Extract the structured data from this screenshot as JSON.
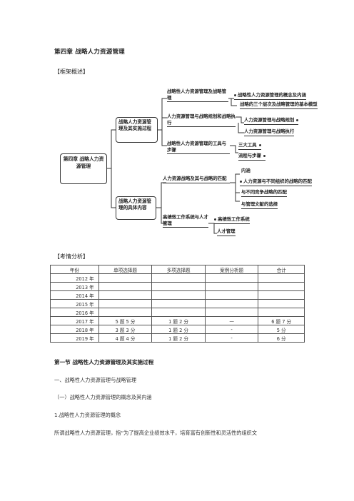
{
  "chapter_title": "第四章   战略人力资源管理",
  "framework_label": "【框架概述】",
  "mindmap": {
    "root": "第四章 战略人力资源管理",
    "branch1": {
      "label": "战略人力资源管理及其实施过程",
      "sub1": {
        "label": "战略性人力资源管理及战略管理",
        "leaves": [
          "战略性人力资源管理的概念及内涵",
          "战略的三个层次及战略管理的基本模型"
        ]
      },
      "sub2": {
        "label": "人力资源管理与战略规划和战略执行",
        "leaves": [
          "人力资源管理与战略规划",
          "人力资源管理与战略执行"
        ]
      },
      "sub3": {
        "label": "战略性人力资源管理的工具与步骤",
        "leaves": [
          "三大工具",
          "流程与步骤"
        ]
      }
    },
    "branch2": {
      "label": "战略人力资源管理的具体内容",
      "sub1": {
        "label": "人力资源战略及其与战略的匹配",
        "leaves": [
          "内涵",
          "人力资源与不同组织的战略的匹配",
          "与不同竞争战略的匹配",
          "与管理文献的选择"
        ]
      },
      "sub2": {
        "label": "高绩效工作系统与人才管理",
        "leaves": [
          "高绩效工作系统",
          "人才管理"
        ]
      }
    }
  },
  "exam_label": "【考情分析】",
  "exam_table": {
    "headers": [
      "年份",
      "单项选择题",
      "多项选择题",
      "案例分析题",
      "合计"
    ],
    "rows": [
      [
        "2012 年",
        "",
        "",
        "",
        ""
      ],
      [
        "2013 年",
        "",
        "",
        "",
        ""
      ],
      [
        "2014 年",
        "",
        "",
        "",
        ""
      ],
      [
        "2015 年",
        "",
        "",
        "",
        ""
      ],
      [
        "2016 年",
        "",
        "",
        "",
        ""
      ],
      [
        "2017 年",
        "5 题 5 分",
        "1 题 2 分",
        "—",
        "6 题 7 分"
      ],
      [
        "2018 年",
        "3 题 3 分",
        "1 题 2 分",
        "-",
        "5 分"
      ],
      [
        "2019 年",
        "4 题 4 分",
        "1 题 2 分",
        "-",
        "6 分"
      ]
    ]
  },
  "section_title": "第一节   战略性人力资源管理及其实施过程",
  "heading1": "一、战略性人力资源管理与战略管理",
  "heading2": "（一）战略性人力资源管理的概念及其内涵",
  "heading3": "1.战略性人力资源管理的概念",
  "paragraph": "所谓战略性人力资源管理，指“为了提高企业绩效水平，培育富有创新性和灵活性的组织文"
}
